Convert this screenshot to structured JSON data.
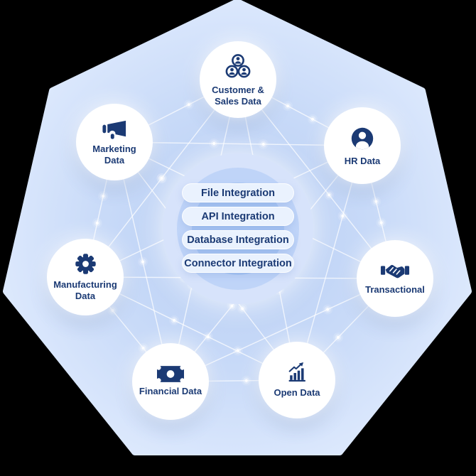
{
  "hub": {
    "pills": [
      {
        "label": "File Integration"
      },
      {
        "label": "API Integration"
      },
      {
        "label": "Database Integration"
      },
      {
        "label": "Connector Integration"
      }
    ],
    "ring_colors": [
      "#d7e3fb",
      "#bfd4f8",
      "#a9c6f3"
    ],
    "pill_bg": "#eaf2fe",
    "text_color": "#1b3a74"
  },
  "nodes": [
    {
      "id": "customer-sales-data",
      "lines": [
        "Customer &",
        "Sales Data"
      ],
      "icon": "users-group-icon"
    },
    {
      "id": "hr-data",
      "lines": [
        "HR Data"
      ],
      "icon": "user-circle-icon"
    },
    {
      "id": "transactional",
      "lines": [
        "Transactional"
      ],
      "icon": "handshake-icon"
    },
    {
      "id": "open-data",
      "lines": [
        "Open Data"
      ],
      "icon": "bar-chart-growth-icon"
    },
    {
      "id": "financial-data",
      "lines": [
        "Financial Data"
      ],
      "icon": "banknote-icon"
    },
    {
      "id": "manufacturing-data",
      "lines": [
        "Manufacturing",
        "Data"
      ],
      "icon": "gear-icon"
    },
    {
      "id": "marketing-data",
      "lines": [
        "Marketing",
        "Data"
      ],
      "icon": "megaphone-icon"
    }
  ],
  "style": {
    "icon_color": "#1b3a74",
    "node_background": "#ffffff",
    "heptagon_center": "#b7cdf3",
    "heptagon_edge": "#dde9fd",
    "line_color": "rgba(255,255,255,0.72)",
    "outside_background": "#000000"
  }
}
